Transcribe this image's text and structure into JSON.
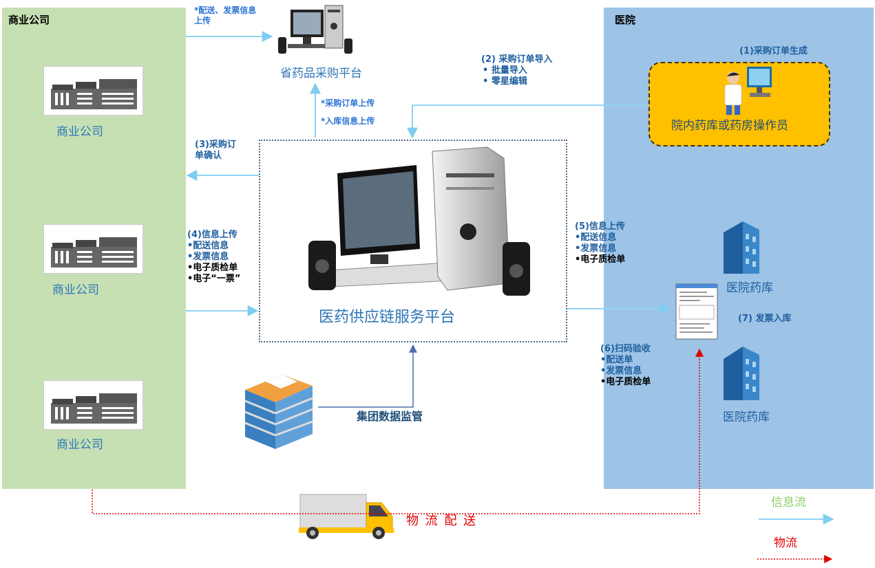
{
  "left_panel": {
    "title": "商业公司",
    "companies": [
      "商业公司",
      "商业公司",
      "商业公司"
    ]
  },
  "right_panel": {
    "title": "医院",
    "warehouses": [
      "医院药库",
      "医院药库"
    ]
  },
  "provincial_platform": {
    "label": "省药品采购平台"
  },
  "top_upload_note": {
    "line1": "*配送、发票信息",
    "line2": "上传"
  },
  "platform_uploads": {
    "line1": "*采购订单上传",
    "line2": "*入库信息上传"
  },
  "center_platform": {
    "label": "医药供应链服务平台"
  },
  "step1": {
    "label": "(1)采购订单生成"
  },
  "operator": {
    "label": "院内药库或药房操作员"
  },
  "step2": {
    "title": "(2) 采购订单导入",
    "items": [
      "• 批量导入",
      "• 零星编辑"
    ]
  },
  "step3": {
    "line1": "(3)采购订",
    "line2": "单确认"
  },
  "step4": {
    "title": "(4)信息上传",
    "items": [
      "•配送信息",
      "•发票信息"
    ],
    "items_black": [
      "•电子质检单",
      "•电子“一票”"
    ]
  },
  "step5": {
    "title": "(5)信息上传",
    "items": [
      "•配送信息",
      "•发票信息"
    ],
    "items_black": [
      "•电子质检单"
    ]
  },
  "step6": {
    "title": "(6)扫码验收",
    "items": [
      "•配送单",
      "•发票信息"
    ],
    "items_black": [
      "•电子质检单"
    ]
  },
  "step7": {
    "label": "(7) 发票入库"
  },
  "group": {
    "label": "集团数据监管"
  },
  "logistics": {
    "label": "物 流 配 送"
  },
  "legend": {
    "info_flow": "信息流",
    "logistics_flow": "物流",
    "info_color": "#8fd3f4",
    "logistics_color": "#e00000"
  },
  "colors": {
    "left_panel": "#c6e0b4",
    "right_panel": "#9dc3e6",
    "operator_box": "#ffc000",
    "text_blue": "#1f5f9f"
  }
}
